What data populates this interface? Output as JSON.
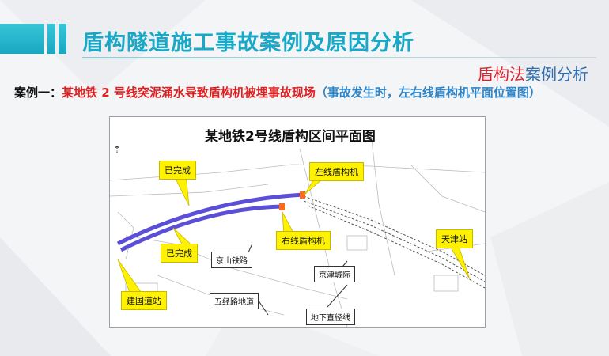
{
  "header": {
    "title": "盾构隧道施工事故案例及原因分析"
  },
  "section": {
    "tag_red": "盾构法",
    "tag_blue": "案例分析"
  },
  "case": {
    "label": "案例一：",
    "title": "某地铁 2 号线突泥涌水导致盾构机被埋事故现场",
    "note": "（事故发生时，左右线盾构机平面位置图）"
  },
  "map": {
    "title": "某地铁2号线盾构区间平面图",
    "callouts": {
      "done_top": "已完成",
      "done_bottom": "已完成",
      "left_machine": "左线盾构机",
      "right_machine": "右线盾构机",
      "tianjin_station": "天津站",
      "jianguo_station": "建国道站"
    },
    "labels": {
      "jingshan_railway": "京山铁路",
      "jingjin_city": "京津城际",
      "wujing_tunnel": "五经路地道",
      "underground_line": "地下直径线"
    },
    "north_icon": "north-arrow-icon"
  },
  "colors": {
    "accent": "#1aa8c7",
    "callout": "#fff200",
    "tunnel": "#5a4fd6"
  }
}
